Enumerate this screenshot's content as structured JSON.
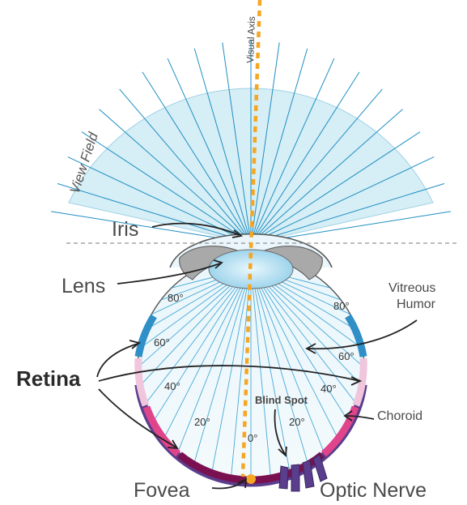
{
  "labels": {
    "visual_axis": "Visual Axis",
    "view_field": "View Field",
    "iris": "Iris",
    "lens": "Lens",
    "retina": "Retina",
    "vitreous_humor_line1": "Vitreous",
    "vitreous_humor_line2": "Humor",
    "choroid": "Choroid",
    "blind_spot": "Blind Spot",
    "fovea": "Fovea",
    "optic_nerve": "Optic Nerve"
  },
  "angle_markers": {
    "left": [
      "80°",
      "60°",
      "40°",
      "20°"
    ],
    "center": "0°",
    "right": [
      "80°",
      "60°",
      "40°",
      "20°"
    ]
  },
  "colors": {
    "view_field_fill": "#d6eef6",
    "ray_blue": "#1f8fc2",
    "visual_axis": "#f5a623",
    "retina_blue": "#2f8fc6",
    "retina_pink": "#e0448a",
    "retina_dark": "#7a1050",
    "choroid": "#5a3d8c",
    "iris_gray": "#a9a9a9",
    "lens_blue": "#bfe2f1"
  }
}
